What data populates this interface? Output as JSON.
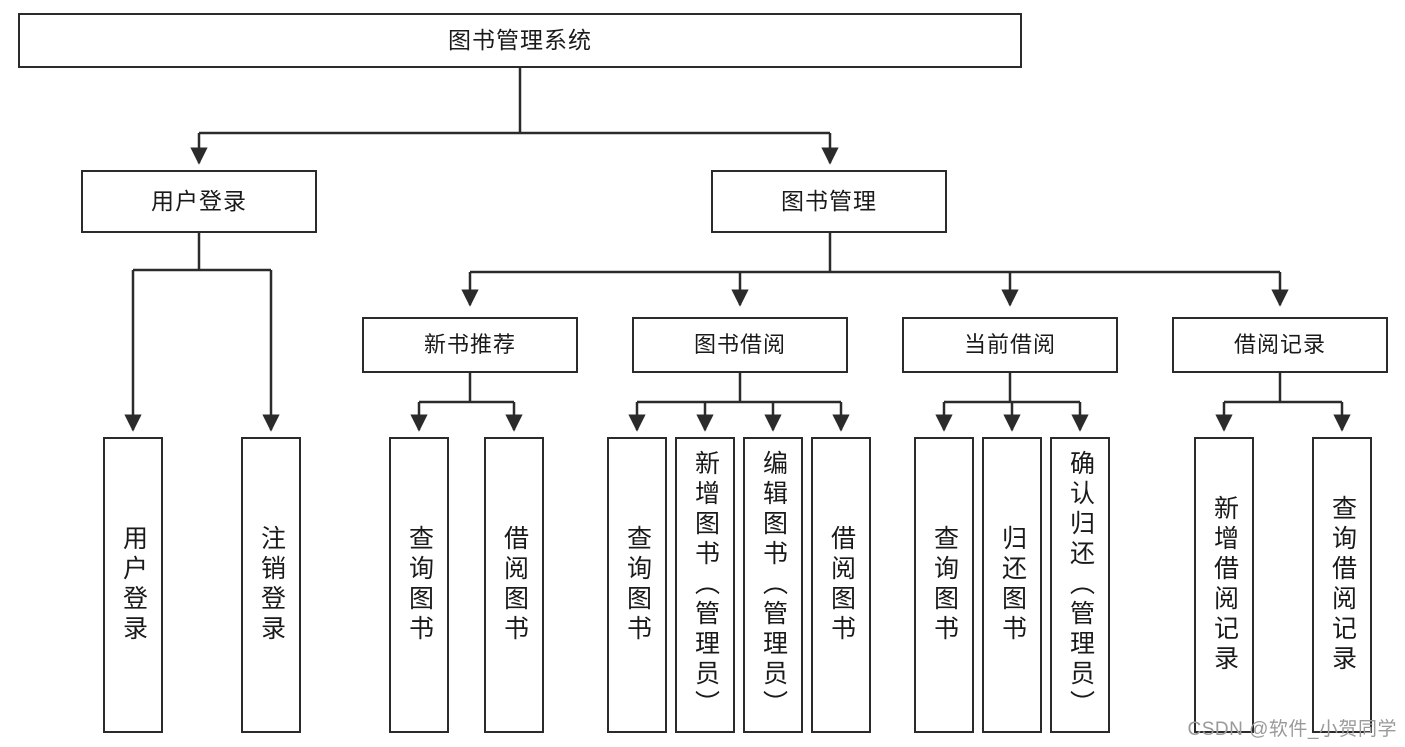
{
  "diagram": {
    "title": "图书管理系统",
    "watermark": "CSDN @软件_小贺同学",
    "line_color": "#2b2b2b",
    "box_border_color": "#2b2b2b",
    "box_fill": "#ffffff",
    "text_color": "#1a1a1a",
    "root": {
      "label": "图书管理系统"
    },
    "level2": [
      {
        "label": "用户登录"
      },
      {
        "label": "图书管理"
      }
    ],
    "level3": [
      {
        "label": "新书推荐"
      },
      {
        "label": "图书借阅"
      },
      {
        "label": "当前借阅"
      },
      {
        "label": "借阅记录"
      }
    ],
    "leaves": {
      "user_login": [
        {
          "label": "用户登录"
        },
        {
          "label": "注销登录"
        }
      ],
      "new_book_recommend": [
        {
          "label": "查询图书"
        },
        {
          "label": "借阅图书"
        }
      ],
      "book_borrow": [
        {
          "label": "查询图书"
        },
        {
          "label": "新增图书（管理员）"
        },
        {
          "label": "编辑图书（管理员）"
        },
        {
          "label": "借阅图书"
        }
      ],
      "current_borrow": [
        {
          "label": "查询图书"
        },
        {
          "label": "归还图书"
        },
        {
          "label": "确认归还（管理员）"
        }
      ],
      "borrow_record": [
        {
          "label": "新增借阅记录"
        },
        {
          "label": "查询借阅记录"
        }
      ]
    }
  }
}
